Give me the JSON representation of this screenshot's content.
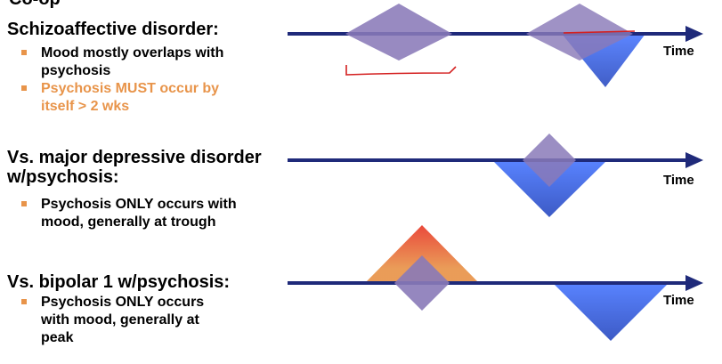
{
  "header_partial": "Co-op",
  "sections": [
    {
      "heading_lines": [
        "Schizoaffective disorder:"
      ],
      "bullets": [
        {
          "lines": [
            "Mood mostly overlaps with",
            "psychosis"
          ],
          "color": "#000000"
        },
        {
          "lines": [
            "Psychosis MUST occur by",
            "itself > 2 wks"
          ],
          "color": "#e8944a"
        }
      ],
      "time_label": "Time"
    },
    {
      "heading_lines": [
        "Vs. major depressive disorder",
        "w/psychosis:"
      ],
      "bullets": [
        {
          "lines": [
            "Psychosis ONLY occurs with",
            "mood, generally at trough"
          ],
          "color": "#000000"
        }
      ],
      "time_label": "Time"
    },
    {
      "heading_lines": [
        "Vs. bipolar 1 w/psychosis:"
      ],
      "bullets": [
        {
          "lines": [
            "Psychosis ONLY occurs",
            "with mood, generally at",
            "peak"
          ],
          "color": "#000000"
        }
      ],
      "time_label": "Time"
    }
  ],
  "colors": {
    "timeline": "#1f2a7a",
    "psychosis_diamond": "#8a7ab8",
    "depression": "#3a64e0",
    "mania_top": "#e83a2a",
    "mania_bottom": "#e8944a",
    "annotation": "#d42020",
    "bullet": "#e8944a"
  }
}
